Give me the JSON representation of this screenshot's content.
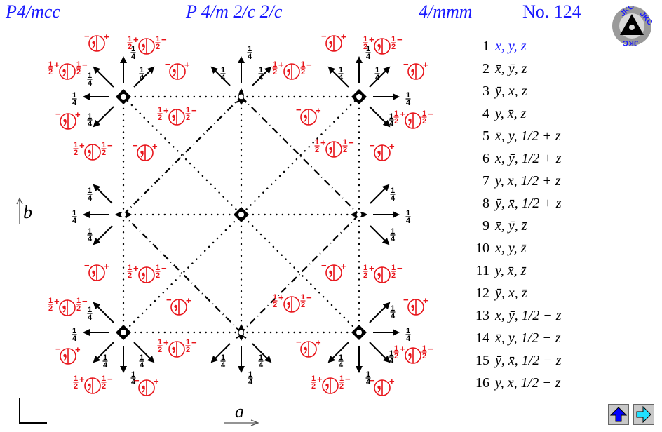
{
  "header": {
    "hermann_mauguin_short": "P4/mcc",
    "full_symbol": "P 4/m 2/c 2/c",
    "point_group": "4/mmm",
    "space_group_number": "No. 124"
  },
  "logo": {
    "text_top": "JKC",
    "text_right": "JKC",
    "text_left": "JKC",
    "icon": "jkc-triangle-logo-icon"
  },
  "axes": {
    "a": "a",
    "b": "b"
  },
  "coordinates": [
    {
      "n": "1",
      "expr": "x, y, z"
    },
    {
      "n": "2",
      "expr": "x̄, ȳ, z"
    },
    {
      "n": "3",
      "expr": "ȳ, x, z"
    },
    {
      "n": "4",
      "expr": "y, x̄, z"
    },
    {
      "n": "5",
      "expr": "x̄, y, 1/2 + z"
    },
    {
      "n": "6",
      "expr": "x, ȳ, 1/2 + z"
    },
    {
      "n": "7",
      "expr": "y, x, 1/2 + z"
    },
    {
      "n": "8",
      "expr": "ȳ, x̄, 1/2 + z"
    },
    {
      "n": "9",
      "expr": "x̄, ȳ, z̄"
    },
    {
      "n": "10",
      "expr": "x, y, z̄"
    },
    {
      "n": "11",
      "expr": "y, x̄, z̄"
    },
    {
      "n": "12",
      "expr": "ȳ, x, z̄"
    },
    {
      "n": "13",
      "expr": "x, ȳ, 1/2 − z"
    },
    {
      "n": "14",
      "expr": "x̄, y, 1/2 − z"
    },
    {
      "n": "15",
      "expr": "ȳ, x̄, 1/2 − z"
    },
    {
      "n": "16",
      "expr": "y, x, 1/2 − z"
    }
  ],
  "diagram": {
    "fraction_label": "1/4",
    "height_labels": {
      "plus": "+",
      "minus": "−",
      "half": "1/2"
    },
    "colors": {
      "symmetry": "#000000",
      "positions": "#e8141a",
      "title": "#1a1aff"
    }
  },
  "nav": {
    "up_icon": "up-arrow-icon",
    "next_icon": "right-arrow-icon",
    "up_color": "#0000ff",
    "next_color": "#20e0ff"
  }
}
